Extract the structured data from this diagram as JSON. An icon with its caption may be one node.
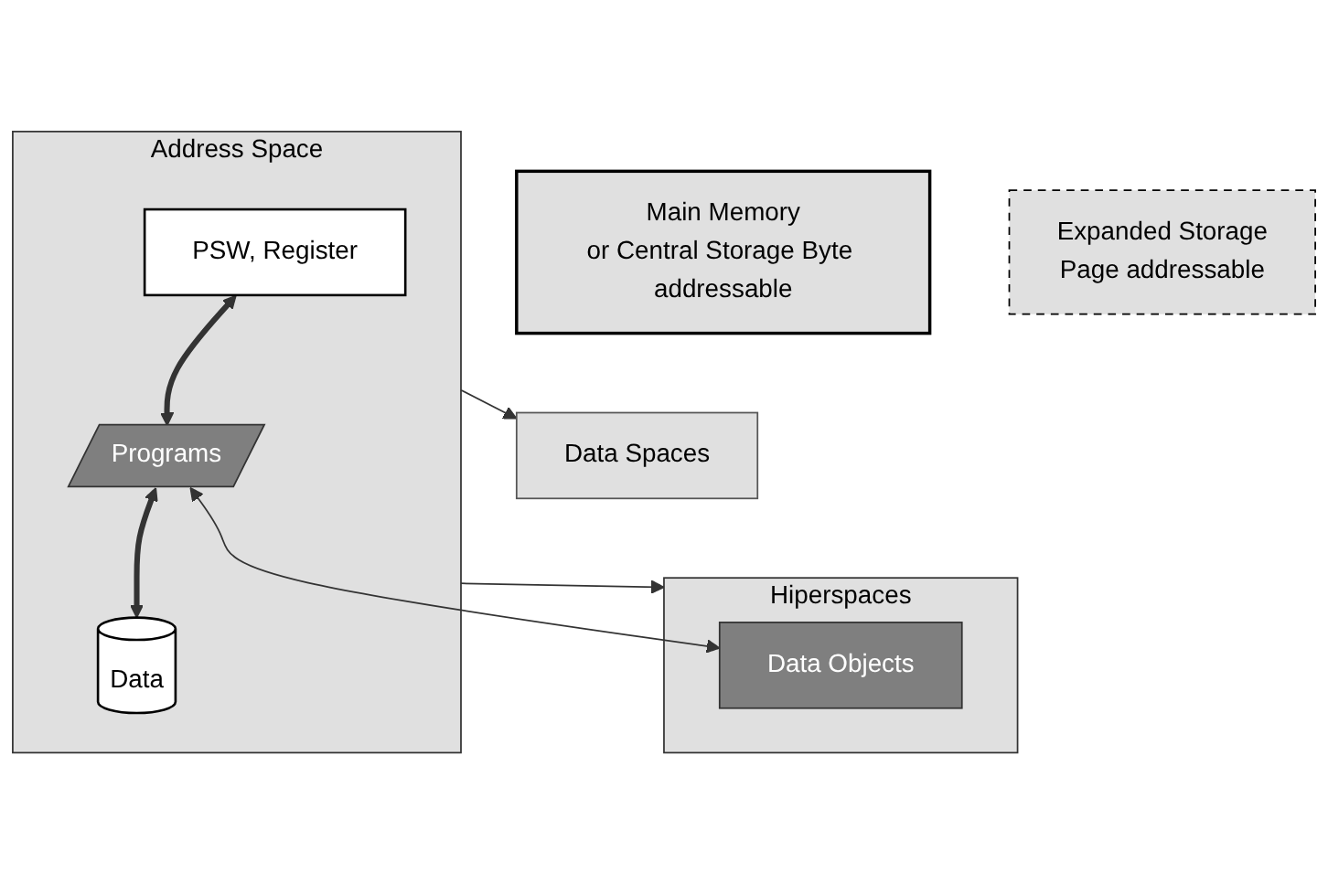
{
  "diagram": {
    "nodes": [
      {
        "text": [
          "Address Space"
        ]
      },
      {
        "text": [
          "PSW, Register"
        ],
        "in": 0
      },
      {
        "text": [
          "Programs"
        ],
        "in": 0
      },
      {
        "text": [
          "Data"
        ],
        "in": 0
      },
      {
        "text": [
          "Data Spaces"
        ]
      },
      {
        "text": [
          "Hiperspaces"
        ]
      },
      {
        "text": [
          "Data Objects"
        ],
        "in": 5
      },
      {
        "text": [
          "Main Memory",
          "or Central Storage Byte addressable"
        ]
      },
      {
        "text": [
          "Expanded Storage",
          "Page addressable"
        ]
      }
    ],
    "edges": [
      {
        "from": 1,
        "to": 2,
        "arrow": "both",
        "style": "thick"
      },
      {
        "from": 2,
        "to": 3,
        "arrow": "both",
        "style": "thick"
      },
      {
        "from": 2,
        "to": 6,
        "arrow": "both"
      },
      {
        "from": 0,
        "to": 4,
        "arrow": "to"
      },
      {
        "from": 0,
        "to": 5,
        "arrow": "to"
      }
    ]
  }
}
